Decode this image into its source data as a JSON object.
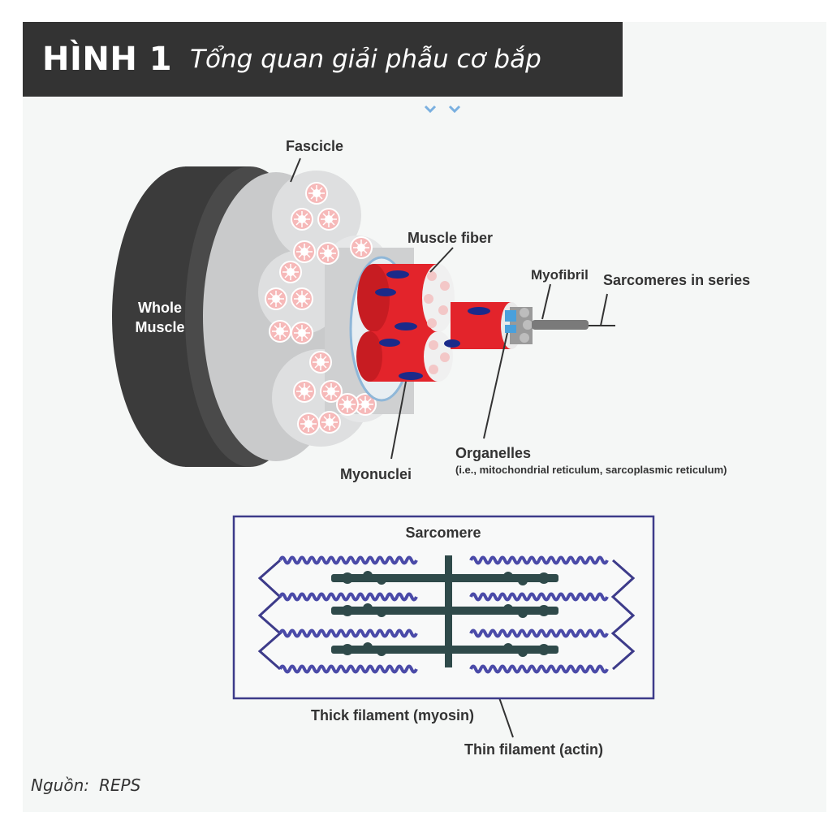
{
  "figure": {
    "label": "HÌNH 1",
    "title": "Tổng quan giải phẫu cơ bắp"
  },
  "diagram": {
    "whole_muscle_line1": "Whole",
    "whole_muscle_line2": "Muscle",
    "fascicle": "Fascicle",
    "muscle_fiber": "Muscle fiber",
    "myofibril": "Myofibril",
    "sarcomeres_in_series": "Sarcomeres in series",
    "myonuclei": "Myonuclei",
    "organelles": "Organelles",
    "organelles_note": "(i.e., mitochondrial reticulum, sarcoplasmic reticulum)",
    "sarcomere": "Sarcomere",
    "thick_filament": "Thick filament (myosin)",
    "thin_filament": "Thin filament (actin)"
  },
  "source": {
    "label": "Nguồn:",
    "value": "REPS"
  },
  "colors": {
    "header_bg": "#333333",
    "muscle_dark": "#3f3f3f",
    "fascicle_gray": "#d9dadb",
    "fiber_red": "#e3242b",
    "nucleus_blue": "#1b2a8a",
    "sarcomere_frame": "#3d3b8a",
    "thick_filament": "#2f4a4a"
  }
}
